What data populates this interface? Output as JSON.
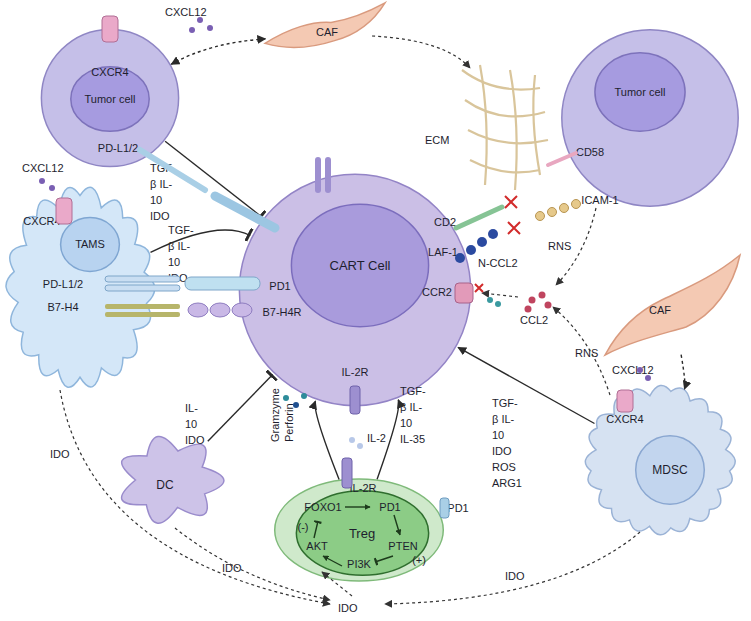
{
  "diagram": {
    "nodes": [
      {
        "text": [
          "CXCR4",
          "PD-L1/2"
        ]
      },
      {
        "text": [
          "Tumor cell"
        ],
        "in": 0
      },
      {
        "text": [
          "CAF"
        ]
      },
      {
        "text": [
          "CD58",
          "ICAM-1"
        ]
      },
      {
        "text": [
          "Tumor cell"
        ],
        "in": 3
      },
      {
        "text": [
          "CXCR4",
          "PD-L1/2",
          "B7-H4"
        ]
      },
      {
        "text": [
          "TAMS"
        ],
        "in": 5
      },
      {
        "text": [
          "PD1",
          "B7-H4R",
          "CD2",
          "LAF-1",
          "CCR2",
          "IL-2R"
        ]
      },
      {
        "text": [
          "CART Cell"
        ],
        "in": 7
      },
      {
        "text": [
          "DC"
        ]
      },
      {
        "text": [
          "IL-2R",
          "PD1"
        ]
      },
      {
        "text": [
          "Treg",
          "FOXO1",
          "PD1",
          "PTEN",
          "PI3K",
          "AKT",
          "(-)",
          "(+)"
        ],
        "in": 10
      },
      {
        "text": [
          "CXCR4"
        ]
      },
      {
        "text": [
          "MDSC"
        ],
        "in": 12
      },
      {
        "text": [
          "CAF"
        ]
      }
    ],
    "edges": [
      {
        "from": 0,
        "to": 7,
        "arrow": "to"
      },
      {
        "from": 5,
        "to": 7,
        "arrow": "to"
      },
      {
        "from": 9,
        "to": 7,
        "arrow": "to"
      },
      {
        "from": 10,
        "to": 7,
        "arrow": "to"
      },
      {
        "from": 10,
        "to": 7,
        "arrow": "to"
      },
      {
        "from": 12,
        "to": 7,
        "arrow": "to"
      },
      {
        "from": 2,
        "to": 0,
        "arrow": "both"
      },
      {
        "from": 14,
        "to": 12,
        "arrow": "to"
      }
    ],
    "labels": [
      "CXCL12",
      "TGF-β IL-10 IDO",
      "ECM",
      "CXCL12",
      "TGF-β IL-10 IDO",
      "N-CCL2",
      "RNS",
      "CCL2",
      "CXCL12",
      "RNS",
      "TGF-β IL-10 IDO ROS ARG1",
      "IL-10 IDO",
      "Gramzyme Perforin",
      "IL-2",
      "TGF-β IL-10 IL-35",
      "IDO",
      "IDO",
      "IDO",
      "IDO"
    ]
  }
}
